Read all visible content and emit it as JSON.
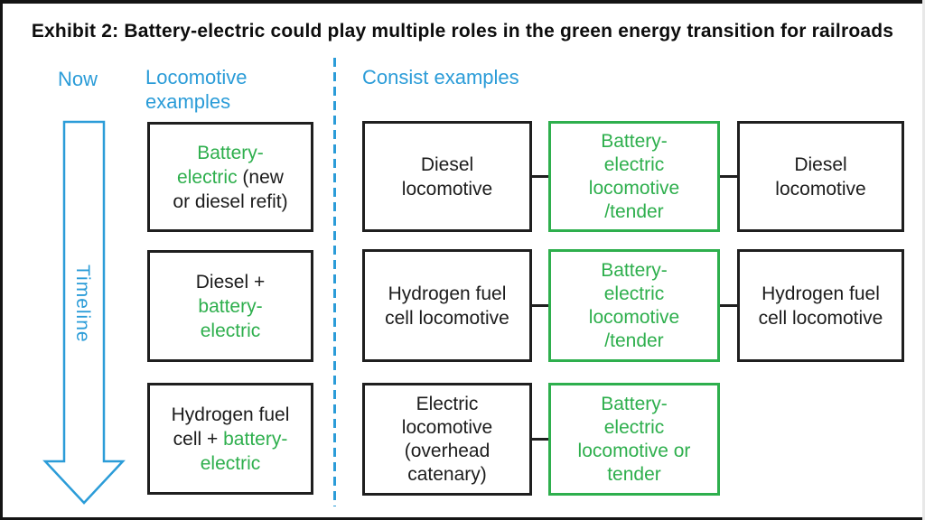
{
  "palette": {
    "blue": "#2b9cd8",
    "green": "#2eaf4d",
    "black": "#1c1c1c"
  },
  "title": "Exhibit 2: Battery-electric could play multiple roles in the green energy transition for railroads",
  "timeline": {
    "now_label": "Now",
    "axis_label": "Timeline"
  },
  "locomotive_column": {
    "header_line1": "Locomotive",
    "header_line2": "examples",
    "boxes": [
      {
        "lines": [
          [
            {
              "text": "Battery-",
              "color": "green"
            }
          ],
          [
            {
              "text": "electric",
              "color": "green"
            },
            {
              "text": " (new",
              "color": "black"
            }
          ],
          [
            {
              "text": "or diesel refit)",
              "color": "black"
            }
          ]
        ]
      },
      {
        "lines": [
          [
            {
              "text": "Diesel +",
              "color": "black"
            }
          ],
          [
            {
              "text": "battery-",
              "color": "green"
            }
          ],
          [
            {
              "text": "electric",
              "color": "green"
            }
          ]
        ]
      },
      {
        "lines": [
          [
            {
              "text": "Hydrogen fuel",
              "color": "black"
            }
          ],
          [
            {
              "text": "cell + ",
              "color": "black"
            },
            {
              "text": "battery-",
              "color": "green"
            }
          ],
          [
            {
              "text": "electric",
              "color": "green"
            }
          ]
        ]
      }
    ]
  },
  "consist_column": {
    "header": "Consist examples",
    "rows": [
      {
        "left": [
          "Diesel",
          "locomotive"
        ],
        "middle": [
          "Battery-",
          "electric",
          "locomotive",
          "/tender"
        ],
        "right": [
          "Diesel",
          "locomotive"
        ]
      },
      {
        "left": [
          "Hydrogen fuel",
          "cell locomotive"
        ],
        "middle": [
          "Battery-",
          "electric",
          "locomotive",
          "/tender"
        ],
        "right": [
          "Hydrogen fuel",
          "cell locomotive"
        ]
      },
      {
        "left": [
          "Electric",
          "locomotive",
          "(overhead",
          "catenary)"
        ],
        "middle": [
          "Battery-",
          "electric",
          "locomotive or",
          "tender"
        ]
      }
    ]
  }
}
